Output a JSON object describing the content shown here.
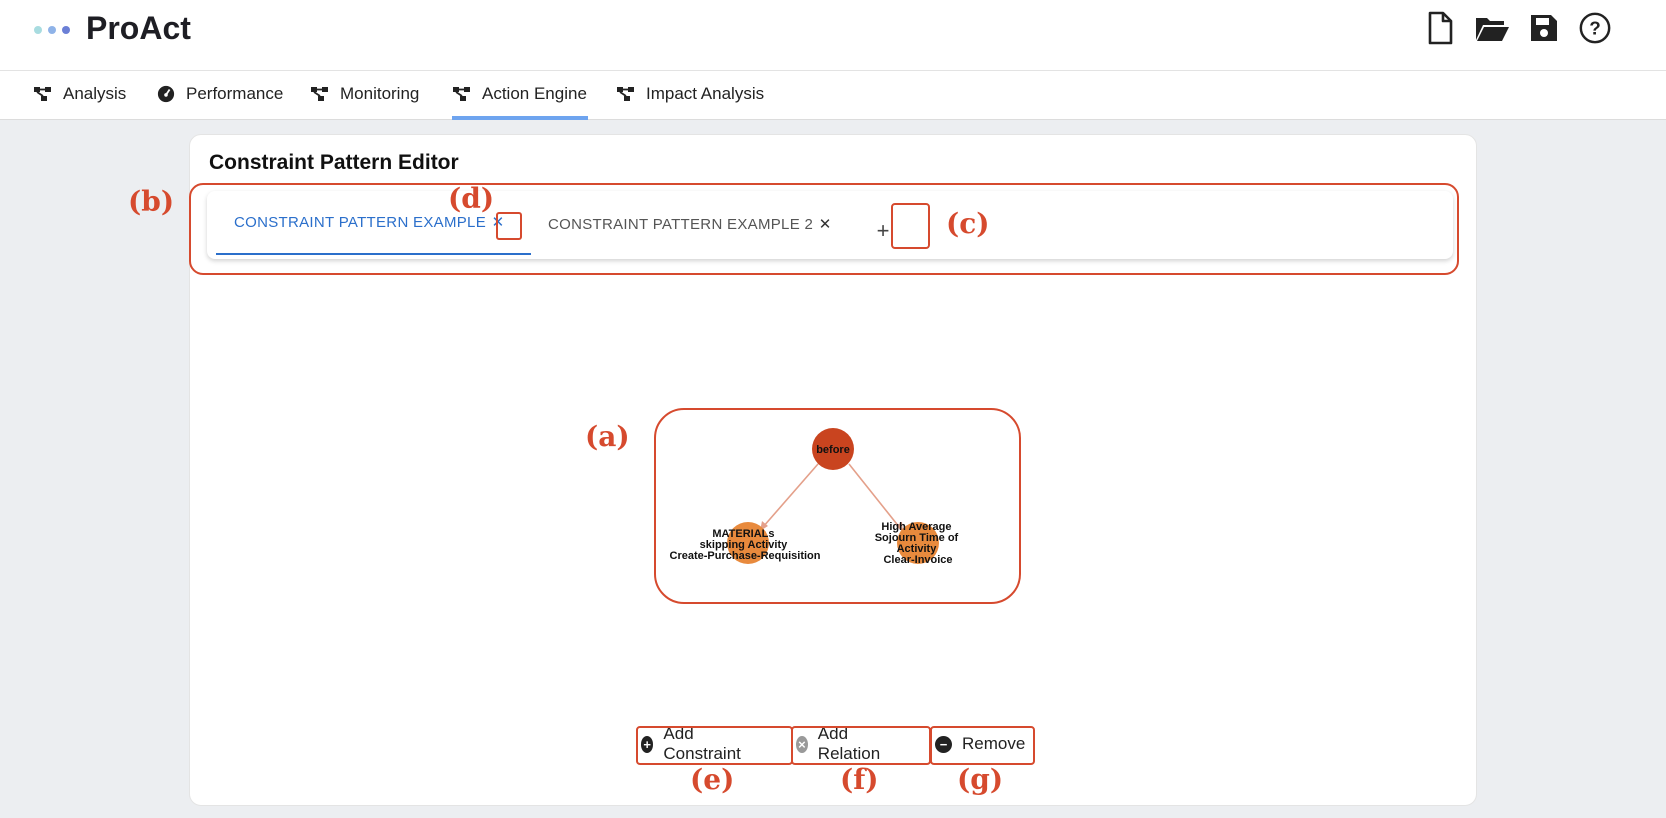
{
  "app": {
    "title": "ProAct",
    "dot_colors": [
      "#a8dce0",
      "#8fb3e8",
      "#6b7fd6"
    ]
  },
  "header_icons": [
    "new-file-icon",
    "open-folder-icon",
    "save-icon",
    "help-icon"
  ],
  "nav": {
    "tabs": [
      {
        "label": "Analysis",
        "icon": "process-graph-icon",
        "active": false
      },
      {
        "label": "Performance",
        "icon": "speedometer-icon",
        "active": false
      },
      {
        "label": "Monitoring",
        "icon": "process-graph-icon",
        "active": false
      },
      {
        "label": "Action Engine",
        "icon": "process-graph-icon",
        "active": true
      },
      {
        "label": "Impact Analysis",
        "icon": "process-graph-icon",
        "active": false
      }
    ]
  },
  "editor": {
    "title": "Constraint Pattern Editor",
    "pattern_tabs": [
      {
        "label": "CONSTRAINT PATTERN EXAMPLE",
        "close": "✕",
        "active": true
      },
      {
        "label": "CONSTRAINT PATTERN EXAMPLE 2",
        "close": "✕",
        "active": false
      }
    ],
    "add_tab": "+",
    "graph": {
      "nodes": [
        {
          "id": "before",
          "lines": [
            "before"
          ],
          "color": "#c9441f"
        },
        {
          "id": "left",
          "lines": [
            "MATERIALs",
            "skipping Activity",
            "Create-Purchase-Requisition"
          ],
          "color": "#e88a3d"
        },
        {
          "id": "right",
          "lines": [
            "High Average",
            "Sojourn Time of",
            "Activity",
            "Clear-Invoice"
          ],
          "color": "#e88a3d"
        }
      ],
      "edge_color": "#e4a08a"
    },
    "actions": [
      {
        "label": "Add Constraint",
        "icon": "plus-circle-icon",
        "glyph": "+",
        "icon_color": "#222"
      },
      {
        "label": "Add Relation",
        "icon": "x-circle-icon",
        "glyph": "×",
        "icon_color": "#9a9a9a"
      },
      {
        "label": "Remove",
        "icon": "minus-circle-icon",
        "glyph": "−",
        "icon_color": "#222"
      }
    ]
  },
  "annotations": [
    "(a)",
    "(b)",
    "(c)",
    "(d)",
    "(e)",
    "(f)",
    "(g)"
  ],
  "colors": {
    "annotation": "#d64a2e",
    "active_tab": "#2b6fcb",
    "nav_underline": "#6ea4ef"
  }
}
